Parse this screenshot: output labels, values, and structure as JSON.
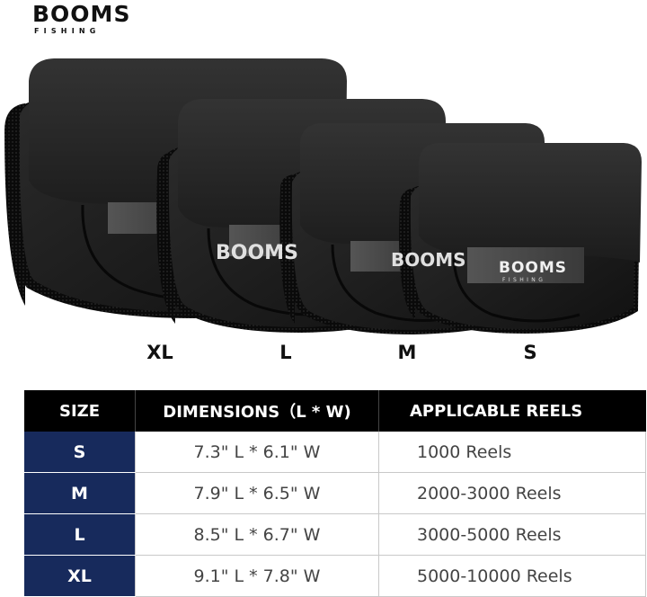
{
  "brand": {
    "name": "BOOMS",
    "sub": "FISHING"
  },
  "product_sizes": [
    "XL",
    "L",
    "M",
    "S"
  ],
  "table": {
    "headers": {
      "size": "SIZE",
      "dimensions": "DIMENSIONS（L * W)",
      "reels": "APPLICABLE REELS"
    },
    "rows": [
      {
        "size": "S",
        "dimensions": "7.3\" L * 6.1\" W",
        "reels": "1000 Reels"
      },
      {
        "size": "M",
        "dimensions": "7.9\" L * 6.5\" W",
        "reels": "2000-3000 Reels"
      },
      {
        "size": "L",
        "dimensions": "8.5\" L * 6.7\" W",
        "reels": "3000-5000 Reels"
      },
      {
        "size": "XL",
        "dimensions": "9.1\" L * 7.8\" W",
        "reels": "5000-10000 Reels"
      }
    ]
  },
  "colors": {
    "size_column": "#172a5c",
    "header": "#000000"
  }
}
